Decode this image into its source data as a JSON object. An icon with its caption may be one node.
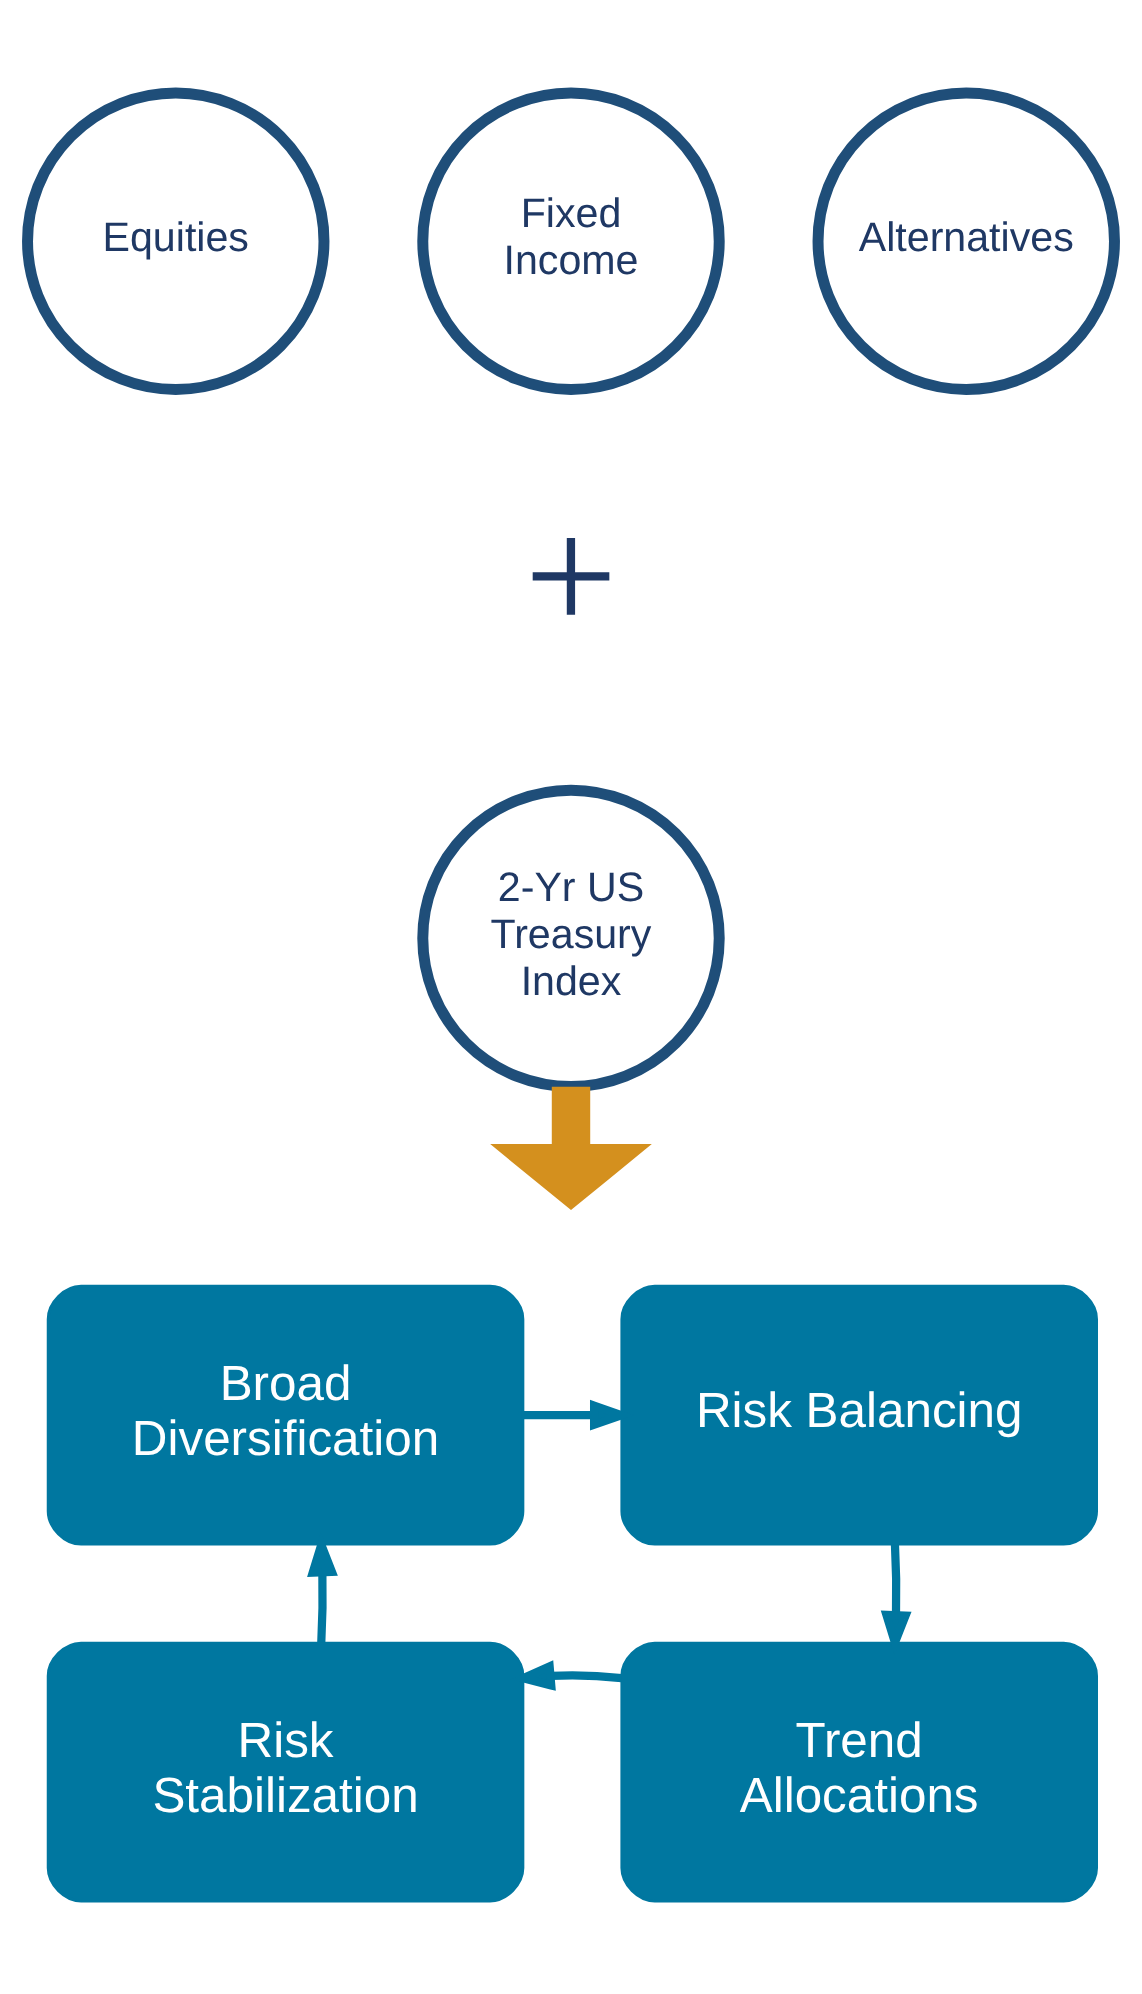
{
  "diagram": {
    "nodes": [
      {
        "text": [
          "Equities"
        ]
      },
      {
        "text": [
          "Fixed Income"
        ]
      },
      {
        "text": [
          "Alternatives"
        ]
      },
      {
        "text": [
          "2-Yr US Treasury Index"
        ]
      },
      {
        "text": [
          "Broad Diversification"
        ]
      },
      {
        "text": [
          "Risk Balancing"
        ]
      },
      {
        "text": [
          "Risk Stabilization"
        ]
      },
      {
        "text": [
          "Trend Allocations"
        ]
      }
    ],
    "edges": [
      {
        "from": 3,
        "to": null,
        "arrow": "to",
        "style": "thick",
        "color": "#d4901e"
      },
      {
        "from": 4,
        "to": 5,
        "arrow": "to"
      },
      {
        "from": 5,
        "to": 7,
        "arrow": "to"
      },
      {
        "from": 7,
        "to": 6,
        "arrow": "to"
      },
      {
        "from": 6,
        "to": 4,
        "arrow": "to"
      }
    ],
    "labels": [
      "+"
    ]
  }
}
